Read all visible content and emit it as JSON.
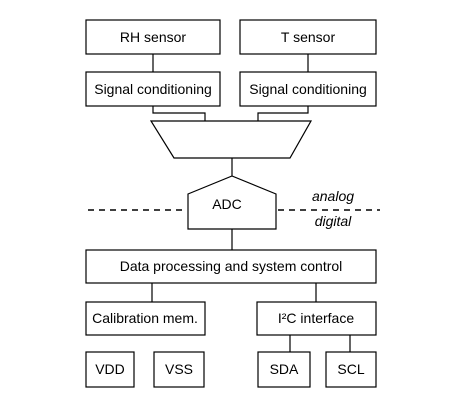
{
  "diagram": {
    "rh_sensor": "RH sensor",
    "t_sensor": "T sensor",
    "signal_conditioning_left": "Signal conditioning",
    "signal_conditioning_right": "Signal conditioning",
    "adc": "ADC",
    "analog_label": "analog",
    "digital_label": "digital",
    "data_processing": "Data processing and system control",
    "calibration_memory": "Calibration mem.",
    "i2c_interface": "I²C interface",
    "vdd": "VDD",
    "vss": "VSS",
    "sda": "SDA",
    "scl": "SCL"
  }
}
